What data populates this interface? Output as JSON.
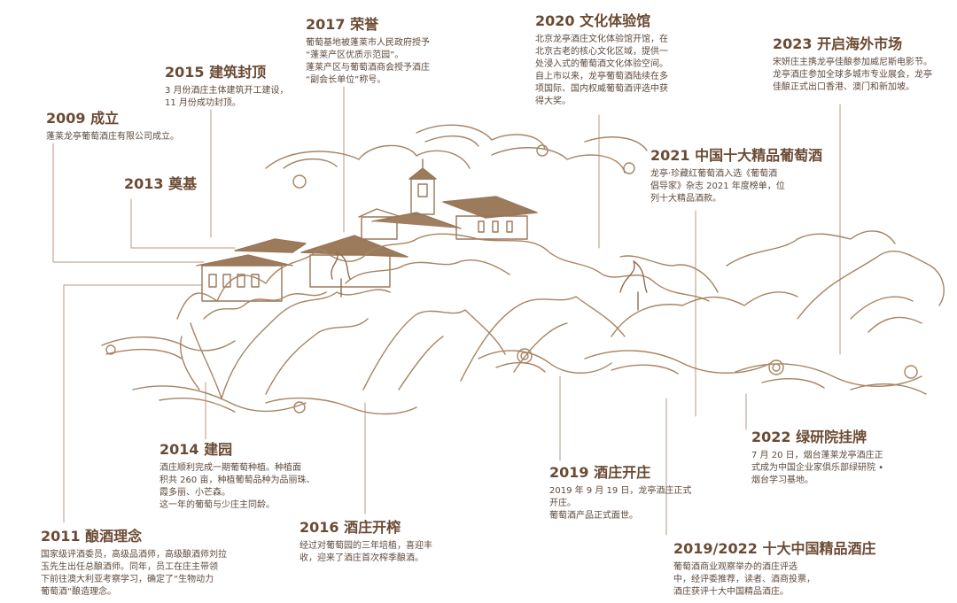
{
  "accent_color": "#a68463",
  "timeline": {
    "e2017": {
      "title": "2017 荣誉",
      "lines": [
        "葡萄基地被蓬莱市人民政府授予",
        "“蓬莱产区优质示范园”。",
        "蓬莱产区与葡萄酒商会授予酒庄",
        "“副会长单位”称号。"
      ]
    },
    "e2020": {
      "title": "2020 文化体验馆",
      "lines": [
        "北京龙亭酒庄文化体验馆开馆，在",
        "北京古老的核心文化区域，提供一",
        "处浸入式的葡萄酒文化体验空间。",
        "自上市以来，龙亭葡萄酒陆续在多",
        "项国际、国内权威葡萄酒评选中获",
        "得大奖。"
      ]
    },
    "e2023": {
      "title": "2023 开启海外市场",
      "lines": [
        "宋妍庄主携龙亭佳酿参加威尼斯电影节。",
        "龙亭酒庄参加全球多城市专业展会，龙亭",
        "佳酿正式出口香港、澳门和新加坡。"
      ]
    },
    "e2015": {
      "title": "2015 建筑封顶",
      "lines": [
        "3 月份酒庄主体建筑开工建设，",
        "11 月份成功封顶。"
      ]
    },
    "e2009": {
      "title": "2009 成立",
      "lines": [
        "蓬莱龙亭葡萄酒庄有限公司成立。"
      ]
    },
    "e2013": {
      "title": "2013 奠基",
      "lines": []
    },
    "e2021": {
      "title": "2021 中国十大精品葡萄酒",
      "lines": [
        "龙亭·珍藏红葡萄酒入选《葡萄酒",
        "倡导家》杂志 2021 年度榜单，位",
        "列十大精品酒款。"
      ]
    },
    "e2014": {
      "title": "2014 建园",
      "lines": [
        "酒庄顺利完成一期葡萄种植。种植面",
        "积共 260 亩，种植葡萄品种为品丽珠、",
        "霞多丽、小芒森。",
        "这一年的葡萄与少庄主同龄。"
      ]
    },
    "e2022": {
      "title": "2022 绿研院挂牌",
      "lines": [
        "7 月 20 日，烟台蓬莱龙亭酒庄正",
        "式成为中国企业家俱乐部绿研院 •",
        "烟台学习基地。"
      ]
    },
    "e2019": {
      "title": "2019 酒庄开庄",
      "lines": [
        "2019 年 9 月 19 日，龙亭酒庄正式",
        "开庄。",
        "葡萄酒产品正式面世。"
      ]
    },
    "e2011": {
      "title": "2011 酿酒理念",
      "lines": [
        "国家级评酒委员，高级品酒师，高级酿酒师刘拉",
        "玉先生出任总酿酒师。同年，员工在庄主带领",
        "下前往澳大利亚考察学习，确定了“生物动力",
        "葡萄酒“酿造理念。"
      ]
    },
    "e2016": {
      "title": "2016 酒庄开榨",
      "lines": [
        "经过对葡萄园的三年培植，喜迎丰",
        "收，迎来了酒庄首次榨季酿酒。"
      ]
    },
    "e2019_2022": {
      "title": "2019/2022 十大中国精品酒庄",
      "lines": [
        "葡萄酒商业观察举办的酒庄评选",
        "中，经评委推荐，读者、酒商投票，",
        "酒庄获评十大中国精品酒庄。"
      ]
    }
  }
}
